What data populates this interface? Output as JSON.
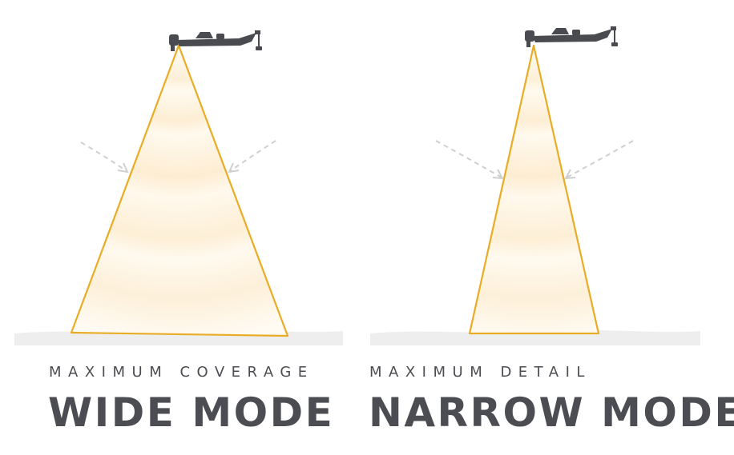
{
  "panels": {
    "wide": {
      "subtitle": "MAXIMUM COVERAGE",
      "title": "WIDE MODE",
      "icons": [
        "boat-icon",
        "beam-cone",
        "curved-arrow-icon",
        "curved-arrow-icon"
      ]
    },
    "narrow": {
      "subtitle": "MAXIMUM DETAIL",
      "title": "NARROW MODE",
      "icons": [
        "boat-icon",
        "beam-cone",
        "curved-arrow-icon",
        "curved-arrow-icon"
      ]
    }
  },
  "colors": {
    "beam_outline": "#e9ad25",
    "beam_fill_light": "#fffaf0",
    "beam_fill_mid": "#fdefd6",
    "boat": "#4a4b50",
    "arrow": "#cfcfd2",
    "seabed": "#eeeeee",
    "text": "#4c4d52"
  }
}
